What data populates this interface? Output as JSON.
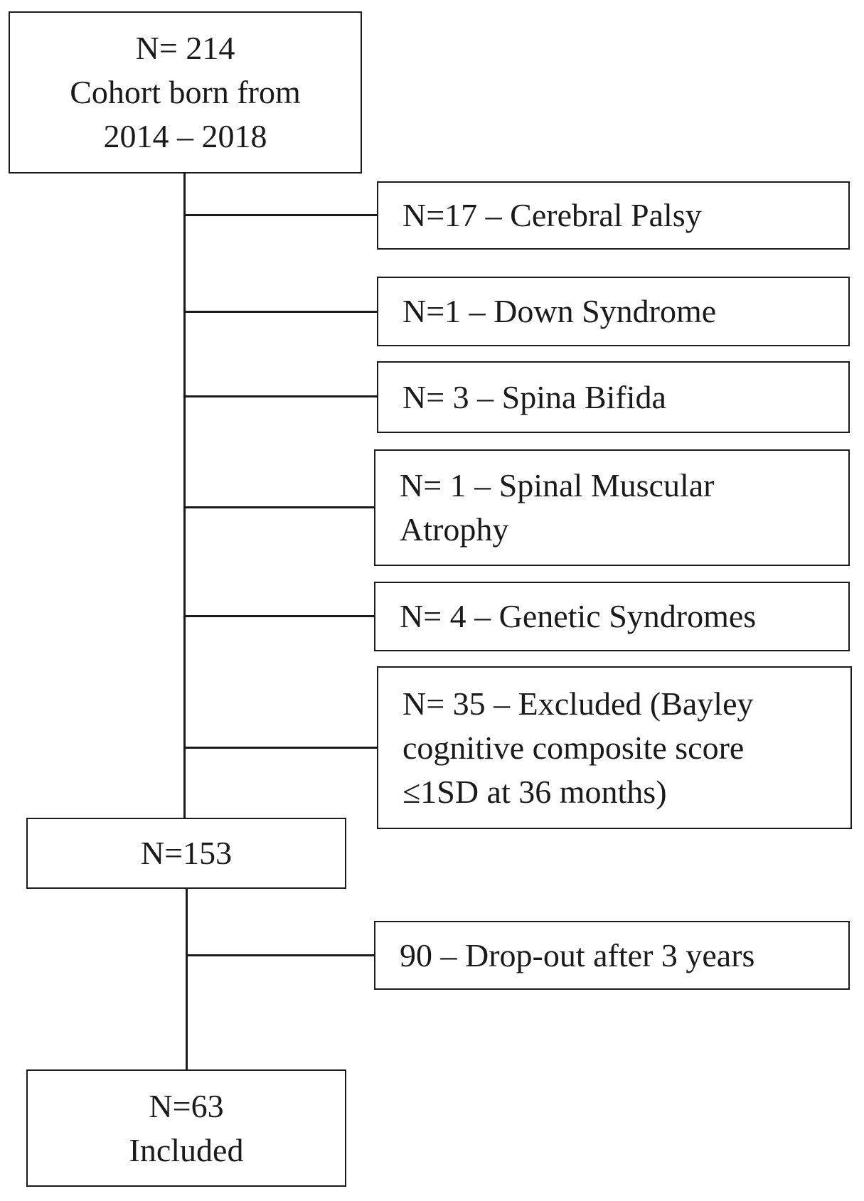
{
  "top_box": {
    "line1": "N= 214",
    "line2": "Cohort born from",
    "line3": "2014 – 2018"
  },
  "exclusions": [
    {
      "text": "N=17 – Cerebral Palsy"
    },
    {
      "text": "N=1 – Down Syndrome"
    },
    {
      "text": "N= 3 – Spina Bifida"
    },
    {
      "line1": "N= 1 – Spinal Muscular",
      "line2": "Atrophy"
    },
    {
      "text": "N= 4 – Genetic Syndromes"
    },
    {
      "line1": "N= 35 – Excluded (Bayley",
      "line2": "cognitive composite score",
      "line3": "≤1SD at 36 months)"
    }
  ],
  "middle_box": {
    "text": "N=153"
  },
  "dropout": {
    "text": "90 – Drop-out after 3 years"
  },
  "bottom_box": {
    "line1": "N=63",
    "line2": "Included"
  }
}
